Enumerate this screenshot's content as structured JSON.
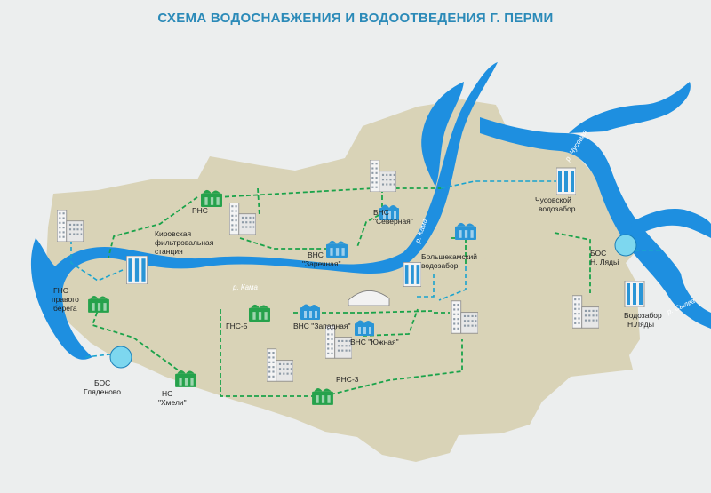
{
  "title": "СХЕМА ВОДОСНАБЖЕНИЯ И ВОДООТВЕДЕНИЯ Г. ПЕРМИ",
  "colors": {
    "land": "#d9d3b7",
    "land_border": "#cfc6a2",
    "river": "#1e8fe0",
    "supply_line": "#1aa34a",
    "sewer_line": "#19a3cf",
    "station_green": "#26a24c",
    "station_blue": "#2a95d6",
    "background": "#eceeee"
  },
  "rivers": {
    "kama": "р. Кама",
    "kama_upper": "р. Кама",
    "chusovaya": "р. Чусовая",
    "sylva": "р. Сылва"
  },
  "labels": {
    "rns": "РНС",
    "kirov_filter_1": "Кировская",
    "kirov_filter_2": "фильтровальная",
    "kirov_filter_3": "станция",
    "gns_right_1": "ГНС",
    "gns_right_2": "правого",
    "gns_right_3": "берега",
    "bos_glyad_1": "БОС",
    "bos_glyad_2": "Гляденово",
    "ns_hmeli_1": "НС",
    "ns_hmeli_2": "\"Хмели\"",
    "gns5": "ГНС-5",
    "vns_zapad": "ВНС \"Западная\"",
    "vns_yuzh": "ВНС \"Южная\"",
    "rns3": "РНС-3",
    "vns_zarech_1": "ВНС",
    "vns_zarech_2": "\"Заречная\"",
    "vns_sever_1": "ВНС",
    "vns_sever_2": "\"Северная\"",
    "bolshekam_1": "Большекамский",
    "bolshekam_2": "водозабор",
    "chusov_1": "Чусовской",
    "chusov_2": "водозабор",
    "bos_nlyady_1": "БОС",
    "bos_nlyady_2": "Н. Лядьі",
    "vodozabor_nlyady_1": "Водозабор",
    "vodozabor_nlyady_2": "Н.Лядьі"
  }
}
